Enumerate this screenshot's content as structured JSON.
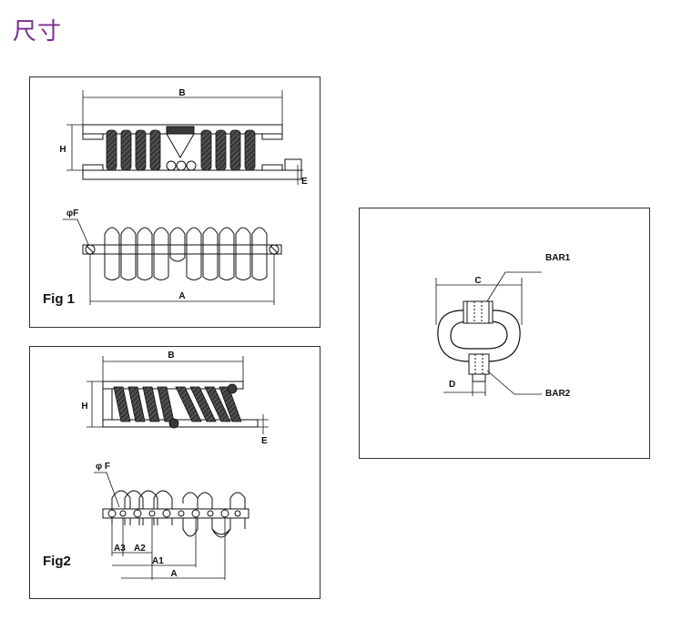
{
  "page": {
    "title": "尺寸"
  },
  "fig1": {
    "label": "Fig 1",
    "dim_b": "B",
    "dim_h": "H",
    "dim_e": "E",
    "dim_f": "φF",
    "dim_a": "A"
  },
  "fig2": {
    "label": "Fig2",
    "dim_b": "B",
    "dim_h": "H",
    "dim_e": "E",
    "dim_f": "φ F",
    "dim_a3": "A3",
    "dim_a2": "A2",
    "dim_a1": "A1",
    "dim_a": "A"
  },
  "fig3": {
    "dim_c": "C",
    "dim_d": "D",
    "bar1": "BAR1",
    "bar2": "BAR2"
  },
  "colors": {
    "title": "#7a2f8e",
    "line": "#111111",
    "coil": "#3a3a3a"
  }
}
